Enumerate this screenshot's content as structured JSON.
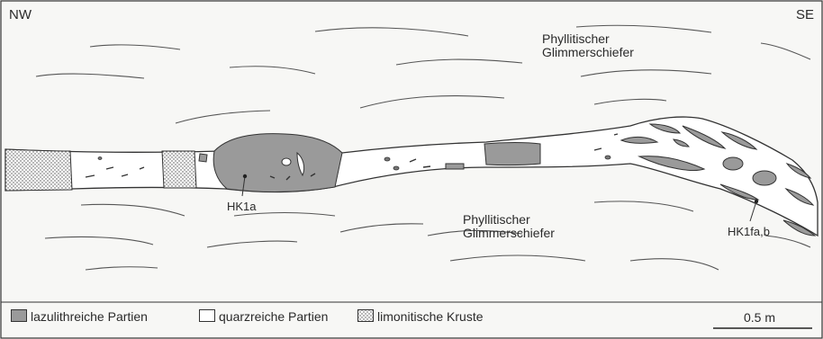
{
  "orientation": {
    "left": "NW",
    "right": "SE"
  },
  "rock_labels": [
    {
      "line1": "Phyllitischer",
      "line2": "Glimmerschiefer"
    },
    {
      "line1": "Phyllitischer",
      "line2": "Glimmerschiefer"
    }
  ],
  "samples": [
    "HK1a",
    "HK1fa,b"
  ],
  "legend": {
    "items": [
      {
        "label": "lazulithreiche Partien",
        "fill": "#9a9a9a"
      },
      {
        "label": "quarzreiche Partien",
        "fill": "#ffffff"
      },
      {
        "label": "limonitische Kruste",
        "fill": "dots"
      }
    ]
  },
  "scale_bar": {
    "label": "0.5 m"
  },
  "colors": {
    "outline": "#333333",
    "background": "#f7f7f5",
    "lazulith": "#9a9a9a"
  }
}
